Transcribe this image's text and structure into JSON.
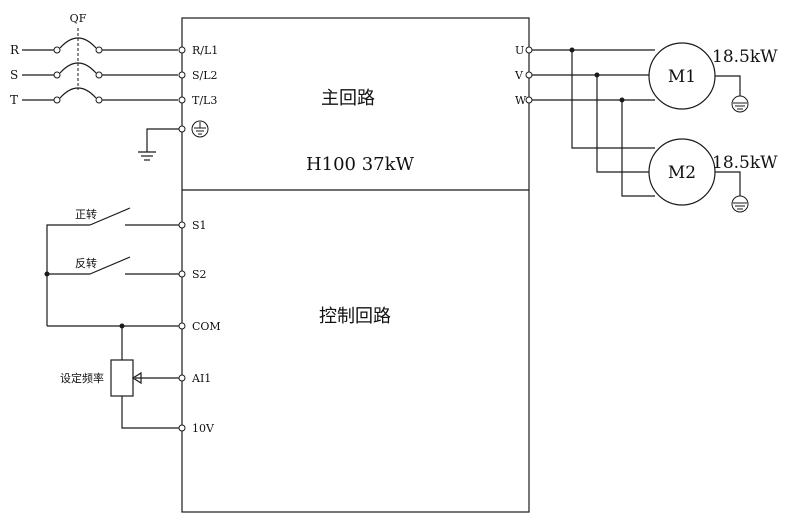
{
  "inputs": {
    "labels": [
      "R",
      "S",
      "T"
    ]
  },
  "breaker": {
    "label": "QF"
  },
  "main_circuit": {
    "title": "主回路",
    "model": "H100 37kW",
    "input_terminals": [
      "R/L1",
      "S/L2",
      "T/L3"
    ],
    "output_terminals": [
      "U",
      "V",
      "W"
    ]
  },
  "control_circuit": {
    "title": "控制回路",
    "terminals": [
      "S1",
      "S2",
      "COM",
      "AI1",
      "10V"
    ],
    "switches": [
      "正转",
      "反转"
    ],
    "potentiometer_label": "设定频率"
  },
  "motors": [
    {
      "name": "M1",
      "rating": "18.5kW"
    },
    {
      "name": "M2",
      "rating": "18.5kW"
    }
  ],
  "icons": [
    "ground-icon",
    "ground-terminal-icon"
  ]
}
